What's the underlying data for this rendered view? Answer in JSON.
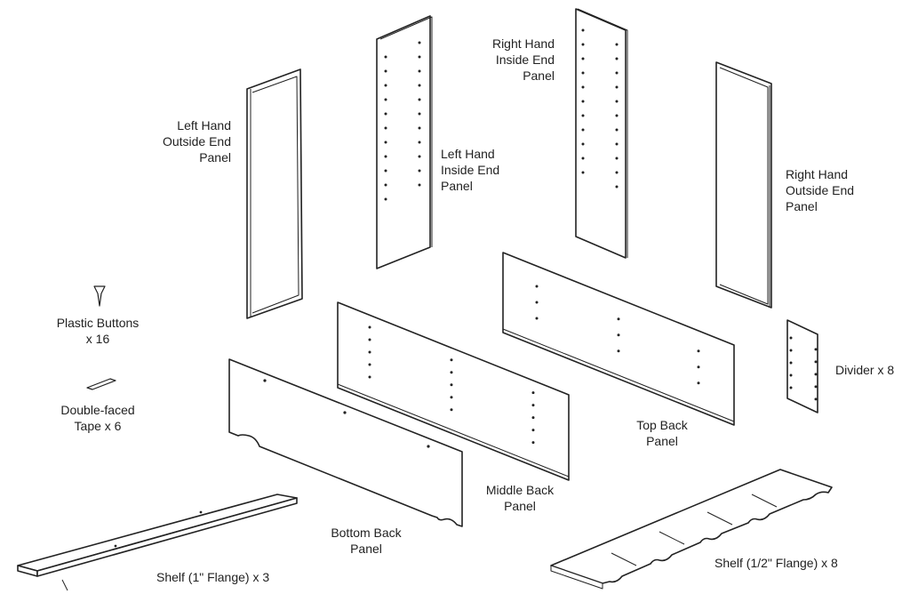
{
  "labels": {
    "left_outside": [
      "Left Hand",
      "Outside End",
      "Panel"
    ],
    "left_inside": [
      "Left Hand",
      "Inside End",
      "Panel"
    ],
    "right_inside": [
      "Right Hand",
      "Inside End",
      "Panel"
    ],
    "right_outside": [
      "Right Hand",
      "Outside End",
      "Panel"
    ],
    "plastic_buttons": [
      "Plastic Buttons",
      "x 16"
    ],
    "tape": [
      "Double-faced",
      "Tape x 6"
    ],
    "divider": "Divider x 8",
    "top_back": [
      "Top Back",
      "Panel"
    ],
    "middle_back": [
      "Middle Back",
      "Panel"
    ],
    "bottom_back": [
      "Bottom Back",
      "Panel"
    ],
    "shelf_1in": "Shelf (1\" Flange) x 3",
    "shelf_half": "Shelf (1/2\" Flange) x 8"
  }
}
